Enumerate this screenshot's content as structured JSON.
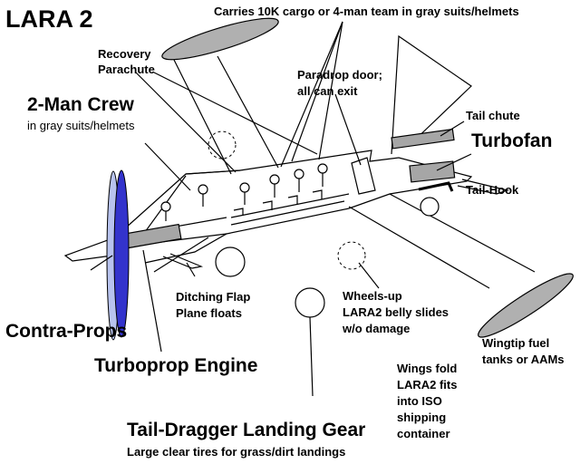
{
  "title": "LARA 2",
  "labels": {
    "cargo": "Carries 10K cargo or 4-man team in gray suits/helmets",
    "recovery_1": "Recovery",
    "recovery_2": "Parachute",
    "paradrop_1": "Paradrop door;",
    "paradrop_2": "all can exit",
    "crew": "2-Man Crew",
    "crew_sub": "in gray suits/helmets",
    "tail_chute": "Tail chute",
    "turbofan": "Turbofan",
    "tail_hook": "Tail-Hook",
    "contra_props": "Contra-Props",
    "ditching_1": "Ditching Flap",
    "ditching_2": "Plane floats",
    "wheels_1": "Wheels-up",
    "wheels_2": "LARA2 belly slides",
    "wheels_3": "w/o damage",
    "wingtip_1": "Wingtip fuel",
    "wingtip_2": "tanks or AAMs",
    "turboprop": "Turboprop Engine",
    "wings_1": "Wings fold",
    "wings_2": "LARA2 fits",
    "wings_3": "into ISO",
    "wings_4": "shipping",
    "wings_5": "container",
    "gear": "Tail-Dragger Landing Gear",
    "gear_sub": "Large clear tires for grass/dirt landings"
  },
  "colors": {
    "engine_fill": "#a6a6a6",
    "prop_blue": "#3333cc",
    "prop_blue_light": "#b8c3ee",
    "wingtip_fill": "#b0b0b0"
  }
}
